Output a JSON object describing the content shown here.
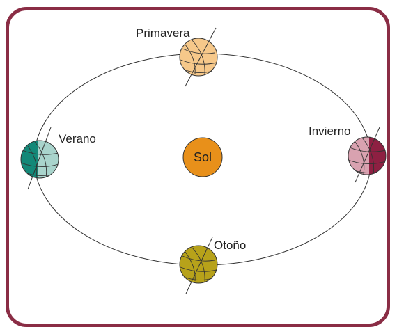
{
  "diagram": {
    "sun": {
      "label": "Sol",
      "color": "#e8901a"
    },
    "seasons": [
      {
        "key": "primavera",
        "label": "Primavera",
        "light": "#f6c88a",
        "dark": "#f6c88a"
      },
      {
        "key": "verano",
        "label": "Verano",
        "light": "#a9d4cc",
        "dark": "#138878"
      },
      {
        "key": "invierno",
        "label": "Invierno",
        "light": "#d9a2b0",
        "dark": "#8e2042"
      },
      {
        "key": "otono",
        "label": "Otoño",
        "light": "#b7a21a",
        "dark": "#b7a21a"
      }
    ],
    "frame_color": "#8a2d45"
  }
}
